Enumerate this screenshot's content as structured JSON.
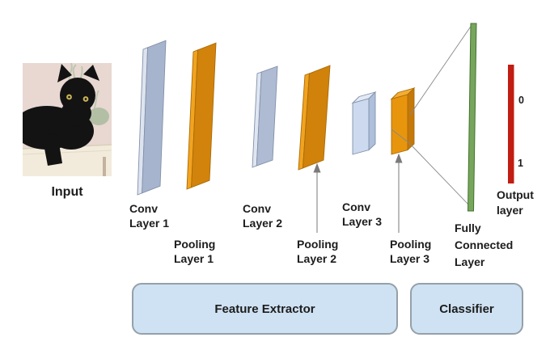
{
  "input": {
    "label": "Input",
    "image_alt": "black-cat-photo"
  },
  "layers": [
    {
      "name": "conv-layer-1",
      "lines": [
        "Conv",
        "Layer 1"
      ]
    },
    {
      "name": "pooling-layer-1",
      "lines": [
        "Pooling",
        "Layer 1"
      ]
    },
    {
      "name": "conv-layer-2",
      "lines": [
        "Conv",
        "Layer 2"
      ]
    },
    {
      "name": "pooling-layer-2",
      "lines": [
        "Pooling",
        "Layer 2"
      ]
    },
    {
      "name": "conv-layer-3",
      "lines": [
        "Conv",
        "Layer 3"
      ]
    },
    {
      "name": "pooling-layer-3",
      "lines": [
        "Pooling",
        "Layer 3"
      ]
    },
    {
      "name": "fully-connected-layer",
      "lines": [
        "Fully",
        "Connected",
        "Layer"
      ]
    }
  ],
  "output": {
    "lines": [
      "Output",
      "layer"
    ],
    "classes": [
      "0",
      "1"
    ]
  },
  "groups": {
    "feature_extractor": "Feature Extractor",
    "classifier": "Classifier"
  },
  "colors": {
    "conv_face": "#a7b4cd",
    "conv_side": "#dde4f0",
    "conv_small_face": "#ccd9ee",
    "pooling_face": "#d2830b",
    "pooling_side": "#f2a31f",
    "fully_connected": "#76a65c",
    "output_bar": "#c21d12",
    "group_box_fill": "#cfe2f3",
    "group_box_border": "#95a0a9",
    "connector_line": "#888888"
  }
}
